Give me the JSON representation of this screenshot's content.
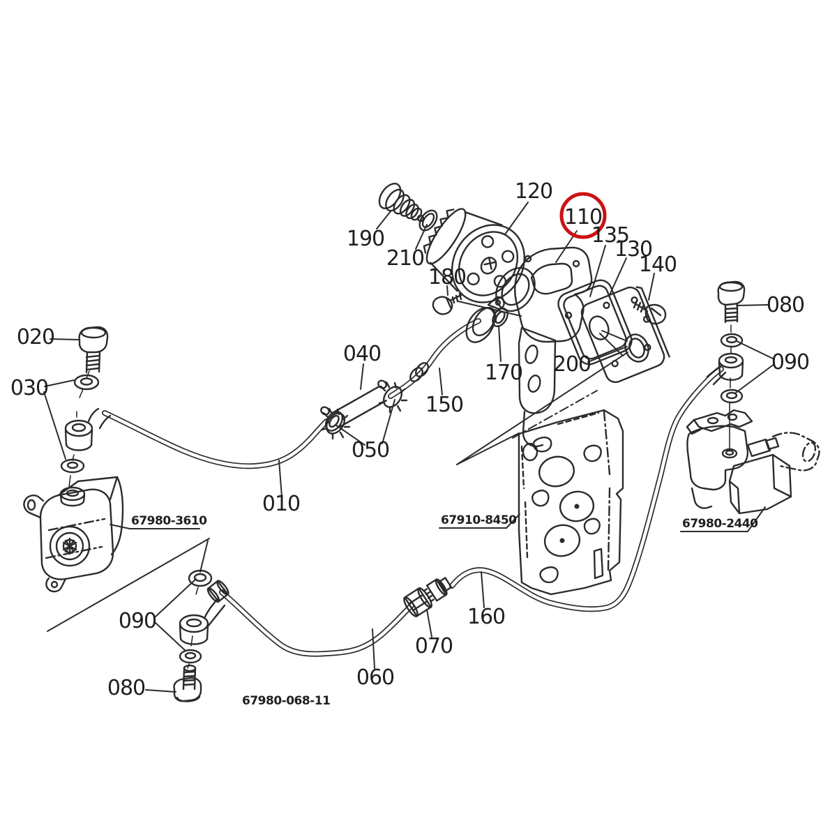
{
  "figure": {
    "kind": "exploded parts diagram",
    "background_color": "#ffffff",
    "line_color": "#2b2b2b",
    "highlight_color": "#cc1111",
    "highlighted_callout": "110"
  },
  "callouts": {
    "c190": "190",
    "c210": "210",
    "c120": "120",
    "c110": "110",
    "c135": "135",
    "c130": "130",
    "c140": "140",
    "c180": "180",
    "c020": "020",
    "c030": "030",
    "c040": "040",
    "c050": "050",
    "c010": "010",
    "c150": "150",
    "c170": "170",
    "c200": "200",
    "c080_right": "080",
    "c090_right": "090",
    "c060": "060",
    "c070": "070",
    "c160": "160",
    "c090_bottom": "090",
    "c080_bottom": "080"
  },
  "part_numbers": {
    "pump": "67980-3610",
    "engine_block": "67910-8450",
    "valve": "67980-2440",
    "pipe_assembly": "67980-068-11"
  }
}
